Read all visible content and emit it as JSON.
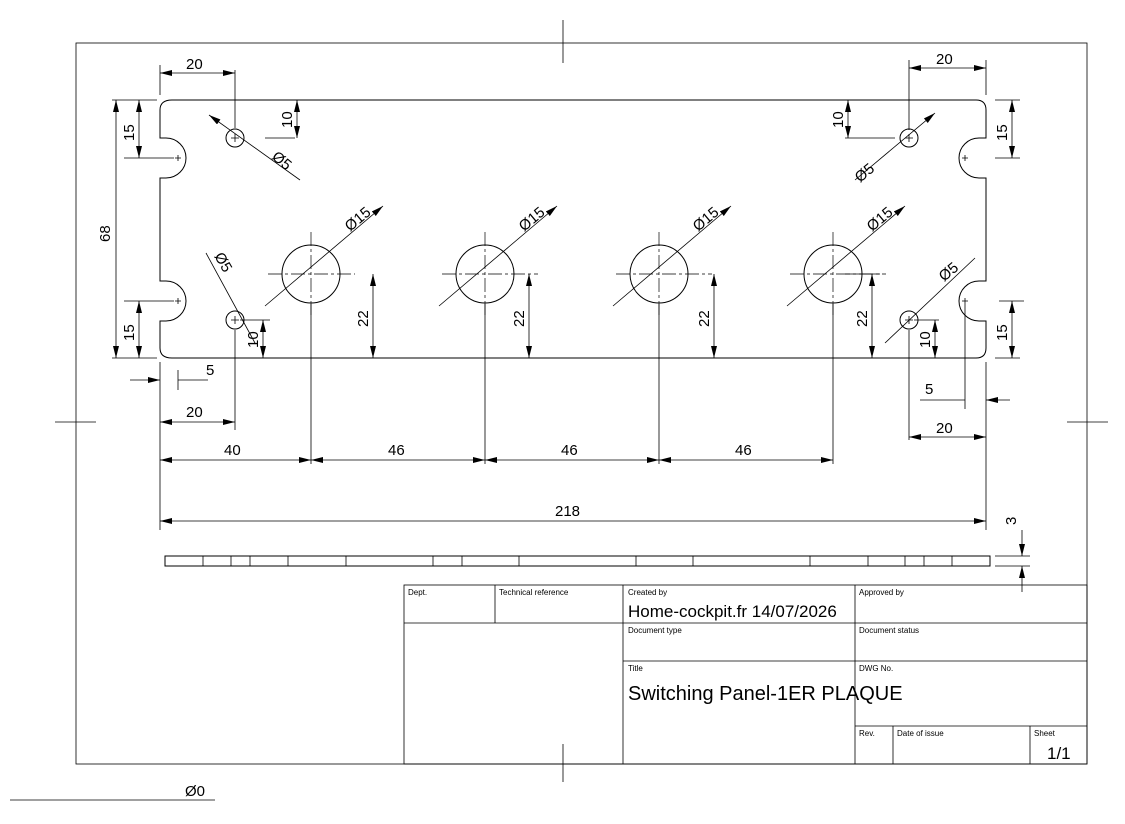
{
  "dimensions": {
    "top_left_20": "20",
    "top_right_20": "20",
    "left_15_top": "15",
    "left_10_top": "10",
    "right_15_top": "15",
    "right_10_top": "10",
    "overall_height": "68",
    "left_15_bottom": "15",
    "left_10_bottom": "10",
    "right_15_bottom": "15",
    "right_10_bottom": "10",
    "left_5": "5",
    "right_5": "5",
    "left_20_bottom": "20",
    "right_20_bottom": "20",
    "pitch_40": "40",
    "pitch_46_a": "46",
    "pitch_46_b": "46",
    "pitch_46_c": "46",
    "overall_width": "218",
    "thickness": "3",
    "hole_h_1": "22",
    "hole_h_2": "22",
    "hole_h_3": "22",
    "hole_h_4": "22",
    "dia15_1": "Ø15",
    "dia15_2": "Ø15",
    "dia15_3": "Ø15",
    "dia15_4": "Ø15",
    "dia5_tl": "Ø5",
    "dia5_tr": "Ø5",
    "dia5_bl": "Ø5",
    "dia5_br": "Ø5",
    "stray": "Ø0"
  },
  "title_block": {
    "dept_label": "Dept.",
    "tech_ref_label": "Technical reference",
    "created_by_label": "Created by",
    "created_by_value": "Home-cockpit.fr 14/07/2026",
    "approved_by_label": "Approved by",
    "doc_type_label": "Document type",
    "doc_status_label": "Document status",
    "title_label": "Title",
    "title_value": "Switching Panel-1ER PLAQUE",
    "dwg_no_label": "DWG No.",
    "rev_label": "Rev.",
    "date_issue_label": "Date of issue",
    "sheet_label": "Sheet",
    "sheet_value": "1/1"
  }
}
